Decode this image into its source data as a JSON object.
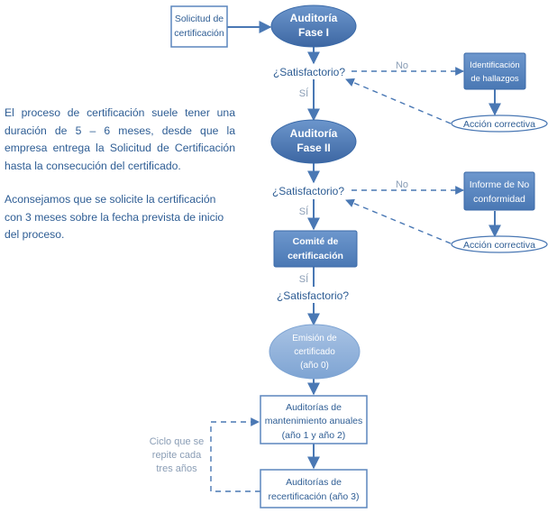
{
  "intro": {
    "paragraph_1": "El proceso de certificación suele tener una duración de 5 – 6 meses, desde que la empresa entrega la Solicitud de Certificación hasta la consecución del certificado.",
    "paragraph_2": "Aconsejamos que se solicite la certificación con 3 meses sobre la fecha prevista de inicio del proceso."
  },
  "nodes": {
    "solicitud": [
      "Solicitud de",
      "certificación"
    ],
    "fase1": [
      "Auditoría",
      "Fase I"
    ],
    "q1": "¿Satisfactorio?",
    "no1": "No",
    "si1": "SÍ",
    "hallazgos": [
      "Identificación",
      "de hallazgos"
    ],
    "accion1": "Acción correctiva",
    "fase2": [
      "Auditoría",
      "Fase II"
    ],
    "q2": "¿Satisfactorio?",
    "no2": "No",
    "si2": "SÍ",
    "no_conformidad": [
      "Informe de No",
      "conformidad"
    ],
    "accion2": "Acción correctiva",
    "comite": [
      "Comité de",
      "certificación"
    ],
    "si3": "SÍ",
    "q3": "¿Satisfactorio?",
    "emision": [
      "Emisión de",
      "certificado",
      "(año 0)"
    ],
    "mantenimiento": [
      "Auditorías de",
      "mantenimiento anuales",
      "(año 1 y año 2)"
    ],
    "ciclo": [
      "Ciclo que se",
      "repite cada",
      "tres años"
    ],
    "recertificacion": [
      "Auditorías de",
      "recertificación (año 3)"
    ]
  },
  "colors": {
    "primary_blue": "#4a78b4",
    "dark_blue": "#3b6aa8",
    "light_blue": "#7ea4d3",
    "border_blue": "#5b86bd",
    "text_blue": "#2e5d94",
    "grey_text": "#8a9db5"
  }
}
